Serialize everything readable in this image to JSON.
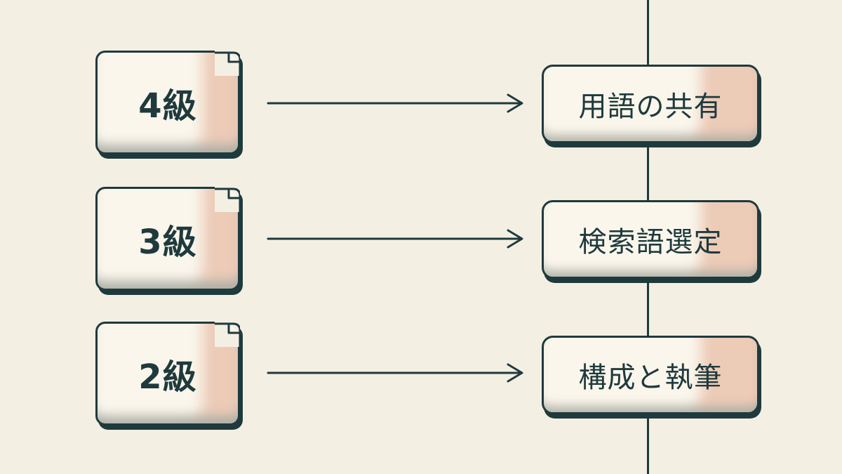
{
  "diagram": {
    "grades": [
      {
        "label": "4級"
      },
      {
        "label": "3級"
      },
      {
        "label": "2級"
      }
    ],
    "steps": [
      {
        "label": "用語の共有"
      },
      {
        "label": "検索語選定"
      },
      {
        "label": "構成と執筆"
      }
    ]
  },
  "colors": {
    "background": "#f4efe3",
    "ink": "#1f3a3d",
    "box_fill": "#faf6ec"
  }
}
